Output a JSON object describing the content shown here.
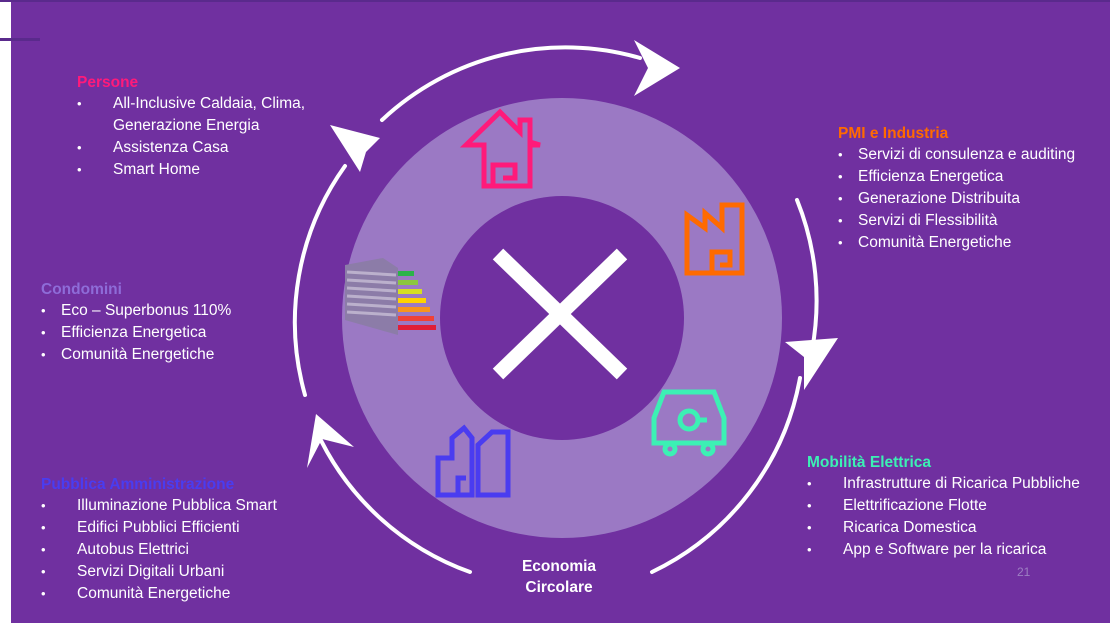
{
  "segments": {
    "persone": {
      "title": "Persone",
      "color": "#ff1a7a",
      "items": [
        "All-Inclusive Caldaia, Clima,",
        "Generazione Energia",
        "Assistenza Casa",
        "Smart Home"
      ]
    },
    "condomini": {
      "title": "Condomini",
      "color": "#8e6cd8",
      "items": [
        "Eco – Superbonus 110%",
        "Efficienza Energetica",
        "Comunità Energetiche"
      ]
    },
    "pmi": {
      "title": "PMI e Industria",
      "color": "#ff6a00",
      "items": [
        "Servizi di consulenza e auditing",
        "Efficienza Energetica",
        "Generazione Distribuita",
        "Servizi di Flessibilità",
        "Comunità Energetiche"
      ]
    },
    "pa": {
      "title": "Pubblica Amministrazione",
      "color": "#4a3cf0",
      "items": [
        "Illuminazione Pubblica Smart",
        "Edifici Pubblici Efficienti",
        "Autobus Elettrici",
        "Servizi Digitali Urbani",
        "Comunità Energetiche"
      ]
    },
    "mobilita": {
      "title": "Mobilità Elettrica",
      "color": "#3cf0b4",
      "items": [
        "Infrastrutture di Ricarica Pubbliche",
        "Elettrificazione Flotte",
        "Ricarica Domestica",
        "App e Software per la ricarica"
      ]
    }
  },
  "center": {
    "label_line1": "Economia",
    "label_line2": "Circolare"
  },
  "page_number": "21",
  "icons": [
    "house-icon",
    "factory-icon",
    "car-charging-icon",
    "city-buildings-icon",
    "energy-rating-building-icon",
    "x-logo-icon",
    "cycle-arrow-icon"
  ],
  "colors": {
    "background": "#7030a0",
    "ring": "#9b79c4",
    "inner": "#7030a0",
    "arrows": "#ffffff"
  }
}
